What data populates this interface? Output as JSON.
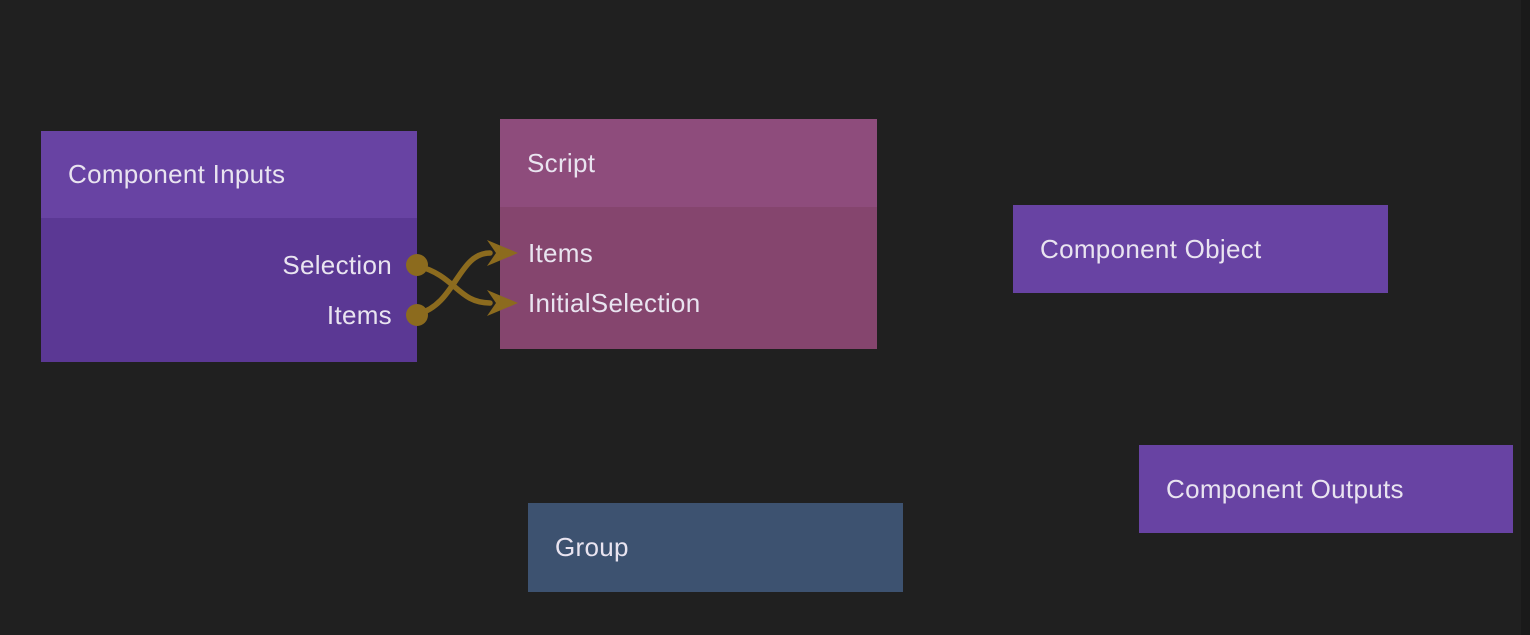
{
  "canvas": {
    "background": "#202020",
    "wire_color": "#8c6b1e",
    "text_color": "#e9e4f0"
  },
  "nodes": {
    "component_inputs": {
      "title": "Component Inputs",
      "header_color": "#6843a3",
      "body_color": "#5b3894",
      "outputs": [
        {
          "label": "Selection"
        },
        {
          "label": "Items"
        }
      ]
    },
    "script": {
      "title": "Script",
      "header_color": "#8e4c7c",
      "body_color": "#85456e",
      "inputs": [
        {
          "label": "Items"
        },
        {
          "label": "InitialSelection"
        }
      ]
    },
    "component_object": {
      "title": "Component Object",
      "color": "#6843a3"
    },
    "component_outputs": {
      "title": "Component Outputs",
      "color": "#6843a3"
    },
    "group": {
      "title": "Group",
      "color": "#3d5270"
    }
  },
  "connections": [
    {
      "from": "Component Inputs / Selection",
      "to": "Script / InitialSelection"
    },
    {
      "from": "Component Inputs / Items",
      "to": "Script / Items"
    }
  ]
}
